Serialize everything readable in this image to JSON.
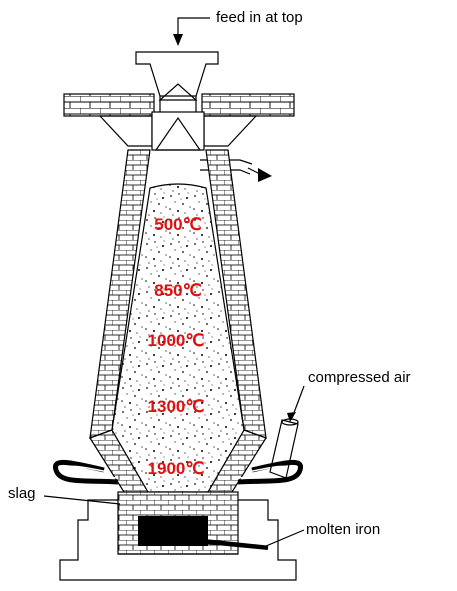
{
  "labels": {
    "feed": "feed in at top",
    "compressed_air": "compressed air",
    "slag": "slag",
    "molten_iron": "molten iron"
  },
  "temperatures": [
    "500℃",
    "850℃",
    "1000℃",
    "1300℃",
    "1900℃"
  ],
  "colors": {
    "temperature_text": "#e01010",
    "line": "#000000",
    "background": "#ffffff"
  }
}
